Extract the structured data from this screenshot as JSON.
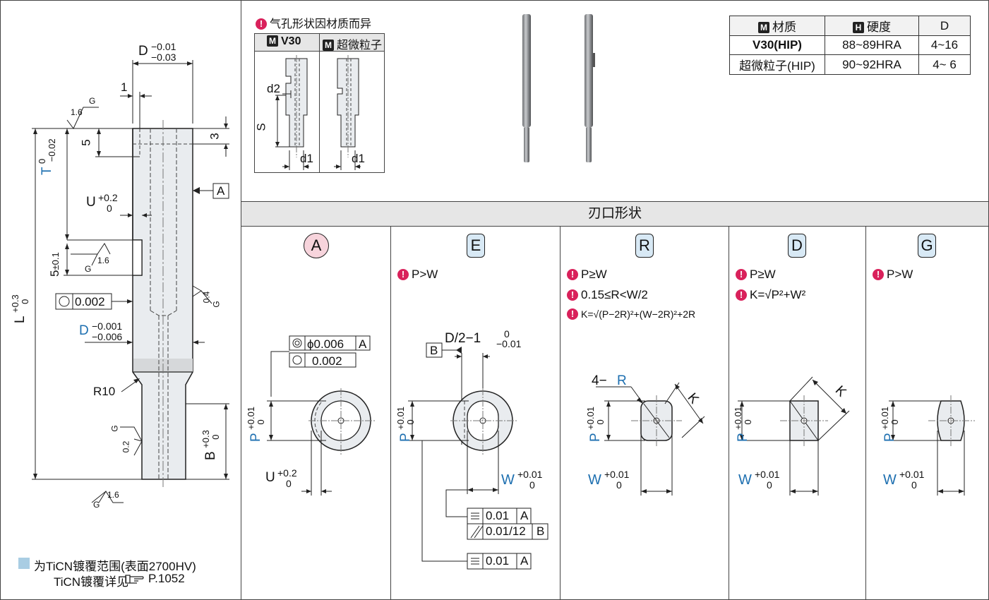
{
  "main_drawing": {
    "d_top_tol": "D",
    "d_top_up": "−0.01",
    "d_top_low": "−0.03",
    "one": "1",
    "rough_g_top": "G",
    "rough_16_top": "1.6",
    "five_top": "5",
    "three": "3",
    "ref_a": "A",
    "t_label": "T",
    "t_up": "0",
    "t_low": "−0.02",
    "u_label": "U",
    "u_up": "+0.2",
    "u_low": "0",
    "five_pm": "5",
    "five_pm_tol": "±0.1",
    "rough_g_mid": "G",
    "rough_16_mid": "1.6",
    "rough_04": "0.4",
    "rough_g_right": "G",
    "l_label": "L",
    "l_up": "+0.3",
    "l_low": "0",
    "circ_tol": "0.002",
    "d_low_label": "D",
    "d_low_up": "−0.001",
    "d_low_low": "−0.006",
    "r10": "R10",
    "rough_g_low": "G",
    "rough_02": "0.2",
    "b_label": "B",
    "b_up": "+0.3",
    "b_low": "0",
    "rough_g_bottom": "G",
    "rough_16_bottom": "1.6",
    "legend_text": "为TiCN镀覆范围(表面2700HV)",
    "legend_ref": "TiCN镀覆详见",
    "legend_page": "P.1052",
    "coating_color": "#a9cde3"
  },
  "vent": {
    "note": "气孔形状因材质而异",
    "col1_badge": "M",
    "col1_label": "V30",
    "col2_badge": "M",
    "col2_label": "超微粒子",
    "d2": "d2",
    "s": "S",
    "d1_a": "d1",
    "d1_b": "d1"
  },
  "material_table": {
    "headers": [
      {
        "badge": "M",
        "text": "材质"
      },
      {
        "badge": "H",
        "text": "硬度"
      },
      {
        "badge": "",
        "text": "D"
      }
    ],
    "rows": [
      {
        "material": "V30(HIP)",
        "hardness": "88~89HRA",
        "d": "4~16"
      },
      {
        "material": "超微粒子(HIP)",
        "hardness": "90~92HRA",
        "d": "4~ 6"
      }
    ]
  },
  "shapes_title": "刃口形状",
  "shapes": {
    "a": {
      "label": "A",
      "label_color": "#f7d4dc",
      "tol1_val": "ϕ0.006",
      "tol1_ref": "A",
      "tol2_val": "0.002",
      "p_label": "P",
      "p_up": "+0.01",
      "p_low": "0",
      "u_label": "U",
      "u_up": "+0.2",
      "u_low": "0"
    },
    "e": {
      "label": "E",
      "label_color": "#d8e9f5",
      "note": "P>W",
      "dim": "D/2−1",
      "dim_up": "0",
      "dim_low": "−0.01",
      "ref_b": "B",
      "p_label": "P",
      "p_up": "+0.01",
      "p_low": "0",
      "w_label": "W",
      "w_up": "+0.01",
      "w_low": "0",
      "fcf1_val": "0.01",
      "fcf1_ref": "A",
      "fcf2_val": "0.01/12",
      "fcf2_ref": "B",
      "fcf3_val": "0.01",
      "fcf3_ref": "A"
    },
    "r": {
      "label": "R",
      "label_color": "#d8e9f5",
      "note1": "P≥W",
      "note2": "0.15≤R<W/2",
      "note3": "K=√(P−2R)²+(W−2R)²+2R",
      "r_prefix": "4−",
      "r_label": "R",
      "k_label": "K",
      "p_label": "P",
      "p_up": "+0.01",
      "p_low": "0",
      "w_label": "W",
      "w_up": "+0.01",
      "w_low": "0"
    },
    "d": {
      "label": "D",
      "label_color": "#d8e9f5",
      "note1": "P≥W",
      "note2": "K=√P²+W²",
      "k_label": "K",
      "p_label": "P",
      "p_up": "+0.01",
      "p_low": "0",
      "w_label": "W",
      "w_up": "+0.01",
      "w_low": "0"
    },
    "g": {
      "label": "G",
      "label_color": "#d8e9f5",
      "note": "P>W",
      "p_label": "P",
      "p_up": "+0.01",
      "p_low": "0",
      "w_label": "W",
      "w_up": "+0.01",
      "w_low": "0"
    }
  }
}
